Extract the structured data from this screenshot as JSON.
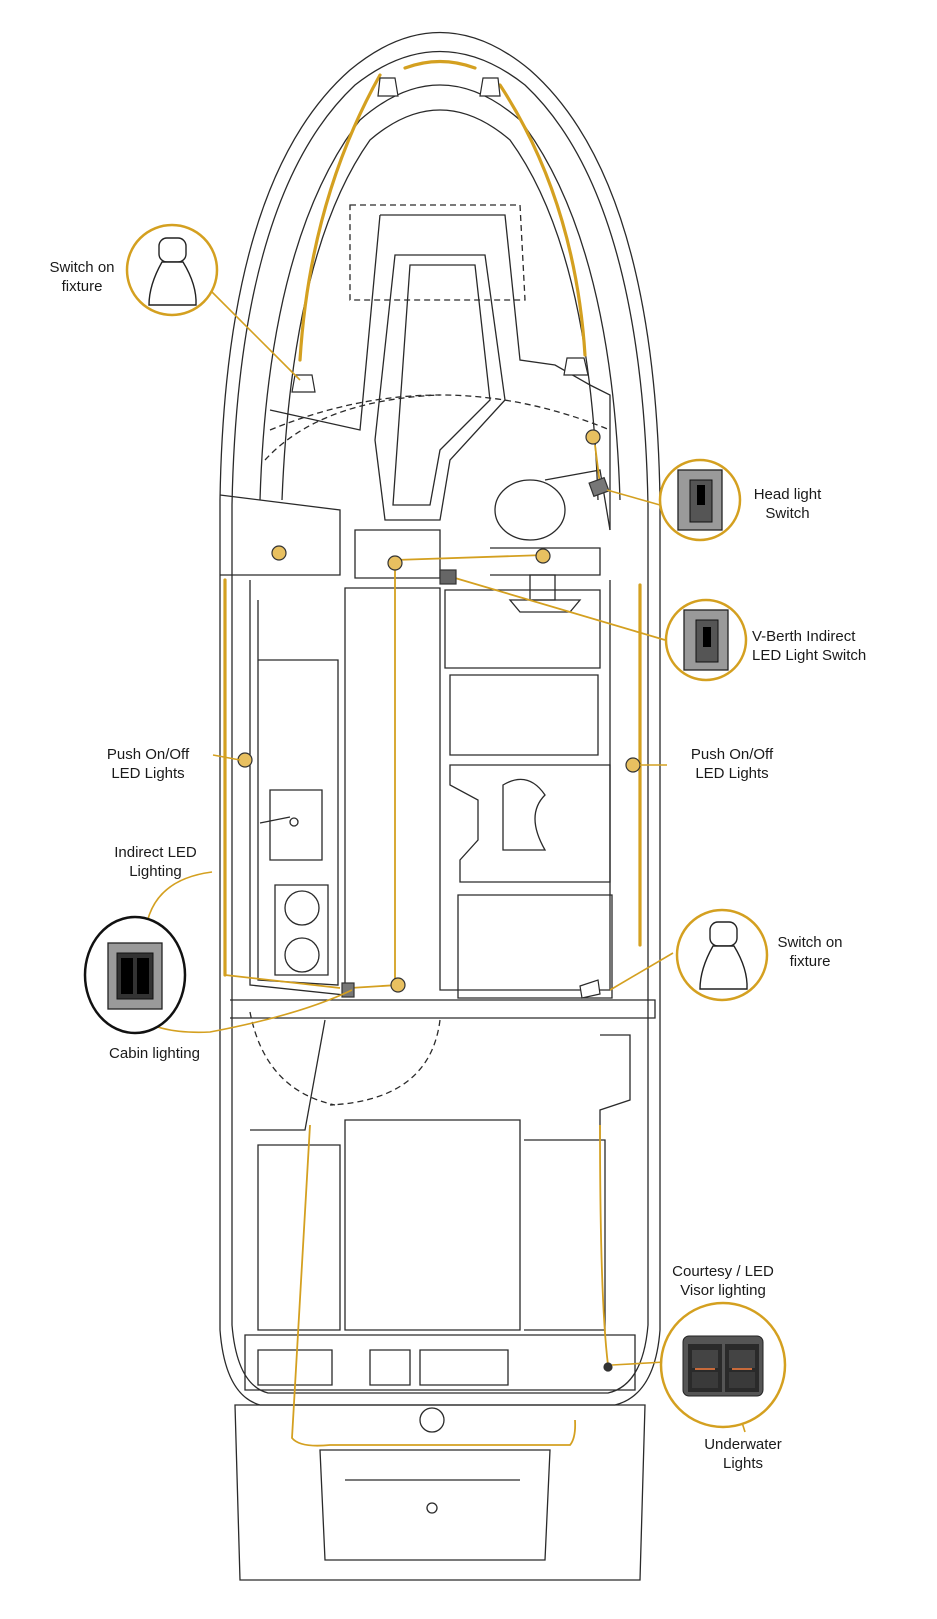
{
  "colors": {
    "outline": "#2a2a2a",
    "wiring": "#d4a020",
    "callout_ring": "#d4a020",
    "cabin_callout_ring": "#111111",
    "fixture_fill": "#e8c060",
    "panel_fill": "#555555"
  },
  "labels": {
    "switch_on_fixture_top": "Switch on\nfixture",
    "head_light_switch": "Head light\nSwitch",
    "vberth_switch": "V-Berth Indirect\nLED Light Switch",
    "push_led_left": "Push On/Off\nLED Lights",
    "push_led_right": "Push On/Off\nLED Lights",
    "indirect_led": "Indirect LED\nLighting",
    "switch_on_fixture_right": "Switch on\nfixture",
    "cabin_lighting": "Cabin lighting",
    "courtesy_visor": "Courtesy / LED\nVisor lighting",
    "underwater_lights": "Underwater\nLights"
  },
  "icons": [
    "fixture-lamp-icon",
    "rocker-switch-icon",
    "double-rocker-switch-icon",
    "switch-panel-icon",
    "led-light-icon"
  ]
}
